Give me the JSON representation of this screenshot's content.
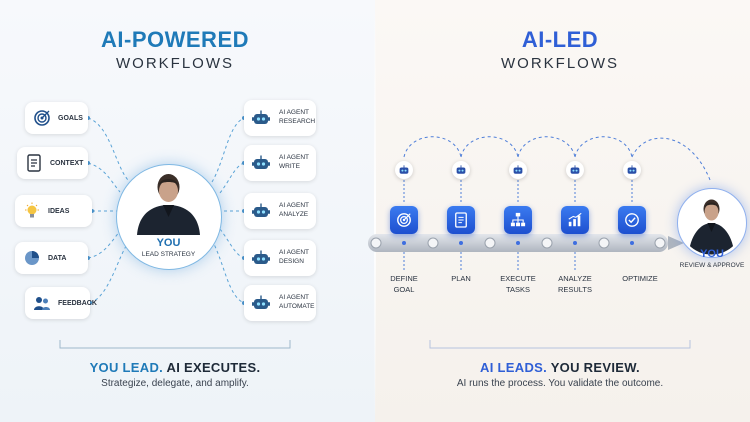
{
  "left": {
    "title": "AI-POWERED",
    "subtitle": "WORKFLOWS",
    "inputs": [
      {
        "label": "GOALS",
        "icon": "target-icon"
      },
      {
        "label": "CONTEXT",
        "icon": "document-icon"
      },
      {
        "label": "IDEAS",
        "icon": "lightbulb-icon"
      },
      {
        "label": "DATA",
        "icon": "pie-chart-icon"
      },
      {
        "label": "FEEDBACK",
        "icon": "people-icon"
      }
    ],
    "hub": {
      "name": "YOU",
      "role": "LEAD STRATEGY"
    },
    "agents": [
      {
        "line1": "AI AGENT",
        "line2": "RESEARCH"
      },
      {
        "line1": "AI AGENT",
        "line2": "WRITE"
      },
      {
        "line1": "AI AGENT",
        "line2": "ANALYZE"
      },
      {
        "line1": "AI AGENT",
        "line2": "DESIGN"
      },
      {
        "line1": "AI AGENT",
        "line2": "AUTOMATE"
      }
    ],
    "caption_main_a": "YOU LEAD.",
    "caption_main_b": "AI EXECUTES.",
    "caption_sub": "Strategize, delegate, and amplify."
  },
  "right": {
    "title": "AI-LED",
    "subtitle": "WORKFLOWS",
    "steps": [
      {
        "line1": "DEFINE",
        "line2": "GOAL",
        "icon": "target-icon"
      },
      {
        "line1": "PLAN",
        "line2": "",
        "icon": "document-icon"
      },
      {
        "line1": "EXECUTE",
        "line2": "TASKS",
        "icon": "org-chart-icon"
      },
      {
        "line1": "ANALYZE",
        "line2": "RESULTS",
        "icon": "bar-chart-icon"
      },
      {
        "line1": "OPTIMIZE",
        "line2": "",
        "icon": "checkmark-icon"
      }
    ],
    "hub": {
      "name": "YOU",
      "role": "REVIEW & APPROVE"
    },
    "caption_main_a": "AI LEADS.",
    "caption_main_b": "YOU REVIEW.",
    "caption_sub": "AI runs the process. You validate the outcome."
  },
  "colors": {
    "left_accent": "#1f7ab8",
    "right_accent": "#2f5fd6",
    "dark_text": "#1e2a38"
  }
}
